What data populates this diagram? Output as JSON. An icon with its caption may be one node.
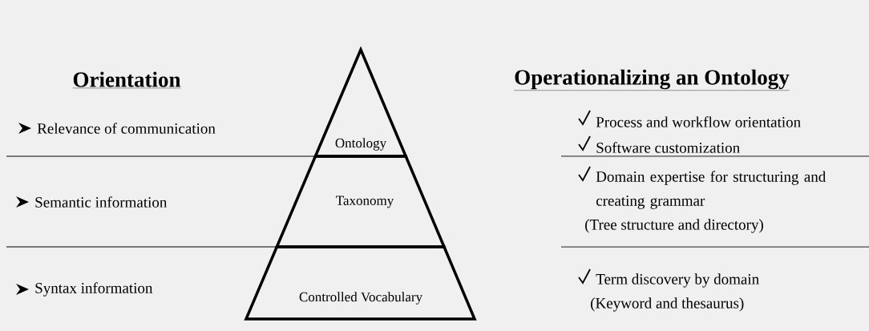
{
  "diagram": {
    "nodes": [
      {
        "text": [
          "Ontology"
        ]
      },
      {
        "text": [
          "Taxonomy"
        ]
      },
      {
        "text": [
          "Controlled Vocabulary"
        ]
      }
    ],
    "labels": [
      "Orientation",
      "Relevance of communication",
      "Semantic information",
      "Syntax information",
      "Operationalizing an Ontology",
      "Process and workflow orientation",
      "Software customization",
      "Domain expertise for structuring and creating grammar",
      "(Tree structure and directory)",
      "Term discovery by domain",
      "(Keyword and thesaurus)"
    ]
  }
}
